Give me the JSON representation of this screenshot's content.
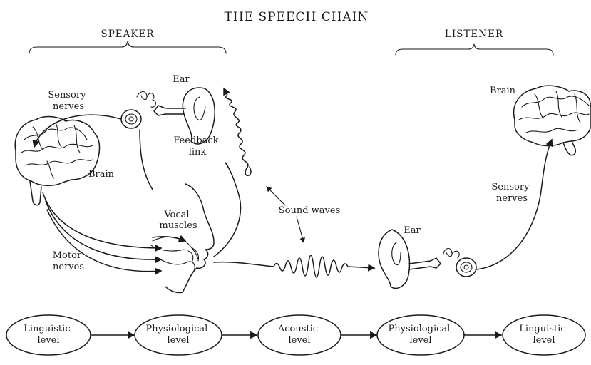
{
  "title": "THE SPEECH CHAIN",
  "speaker_heading": "SPEAKER",
  "listener_heading": "LISTENER",
  "speaker": {
    "ear": "Ear",
    "sensory_nerves": [
      "Sensory",
      "nerves"
    ],
    "feedback_link": [
      "Feedback",
      "link"
    ],
    "brain": "Brain",
    "vocal_muscles": [
      "Vocal",
      "muscles"
    ],
    "motor_nerves": [
      "Motor",
      "nerves"
    ]
  },
  "sound_waves": "Sound waves",
  "listener": {
    "ear": "Ear",
    "brain": "Brain",
    "sensory_nerves": [
      "Sensory",
      "nerves"
    ]
  },
  "levels": [
    [
      "Linguistic",
      "level"
    ],
    [
      "Physiological",
      "level"
    ],
    [
      "Acoustic",
      "level"
    ],
    [
      "Physiological",
      "level"
    ],
    [
      "Linguistic",
      "level"
    ]
  ]
}
